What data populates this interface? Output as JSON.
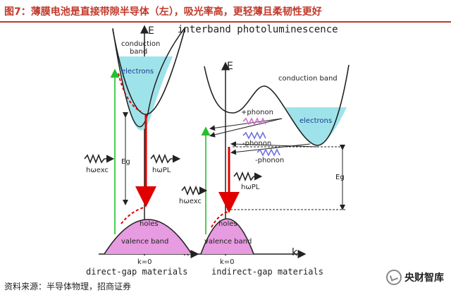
{
  "figure": {
    "title": "图7：薄膜电池是直接带隙半导体（左），吸光率高，更轻薄且柔韧性更好",
    "source": "资料来源：半导体物理，招商证券",
    "watermark": "央财智库",
    "heading": "interband photoluminescence"
  },
  "left_panel": {
    "axis_e": "E",
    "axis_k": "k",
    "conduction_band_label_1": "conduction",
    "conduction_band_label_2": "band",
    "electrons_label": "electrons",
    "holes_label": "holes",
    "valence_band_label": "valence band",
    "gap_label": "Eg",
    "excitation_label": "hωexc",
    "emission_label": "hωPL",
    "k0_label": "k=0",
    "caption": "direct-gap materials"
  },
  "right_panel": {
    "axis_e": "E",
    "axis_k": "k",
    "conduction_band_label": "conduction band",
    "electrons_label": "electrons",
    "plus_phonon_label": "+phonon",
    "minus_phonon_label_1": "-phonon",
    "minus_phonon_label_2": "-phonon",
    "holes_label": "holes",
    "valence_band_label": "valence band",
    "gap_label": "Eg",
    "excitation_label": "hωexc",
    "emission_label": "hωPL",
    "k0_label": "k=0",
    "caption": "indirect-gap materials"
  },
  "colors": {
    "title": "#c0392b",
    "electrons_fill": "#9fe3ea",
    "holes_fill": "#e79be0",
    "emission_arrow": "#e00000",
    "excitation_arrow": "#22c02a",
    "phonon_plus": "#d070d0",
    "phonon_minus": "#7070e0"
  }
}
